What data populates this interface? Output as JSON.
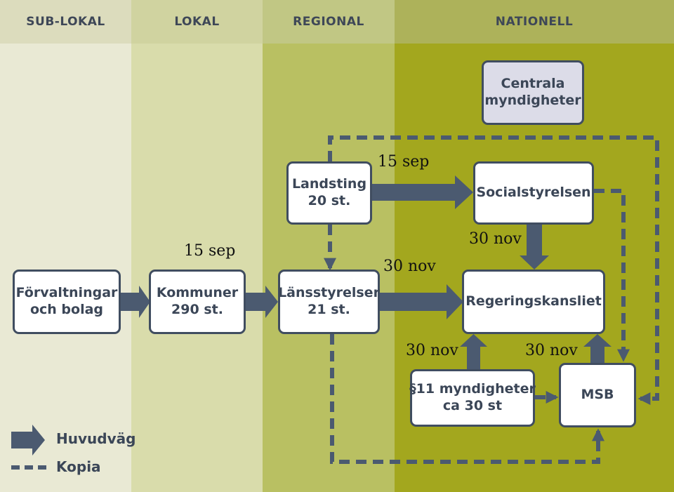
{
  "columns": {
    "sub_lokal": "SUB-LOKAL",
    "lokal": "LOKAL",
    "regional": "REGIONAL",
    "nationell": "NATIONELL"
  },
  "boxes": {
    "centrala": [
      "Centrala",
      "myndigheter"
    ],
    "landsting": [
      "Landsting",
      "20 st."
    ],
    "socialstyrelsen": [
      "Socialstyrelsen"
    ],
    "forvaltningar": [
      "Förvaltningar",
      "och bolag"
    ],
    "kommuner": [
      "Kommuner",
      "290 st."
    ],
    "lansstyrelser": [
      "Länsstyrelser",
      "21 st."
    ],
    "regeringskansliet": [
      "Regeringskansliet"
    ],
    "myndigheter11": [
      "§11 myndigheter",
      "ca 30 st"
    ],
    "msb": [
      "MSB"
    ]
  },
  "dates": {
    "landsting_socialstyrelsen": "15 sep",
    "kommuner": "15 sep",
    "lansstyrelser_regeringskansliet": "30 nov",
    "socialstyrelsen_regeringskansliet": "30 nov",
    "myndigheter11_regeringskansliet": "30 nov",
    "msb_regeringskansliet": "30 nov"
  },
  "legend": {
    "main": "Huvudväg",
    "copy": "Kopia"
  },
  "colors": {
    "arrow": "#4b5a70",
    "box_border": "#404d60"
  }
}
